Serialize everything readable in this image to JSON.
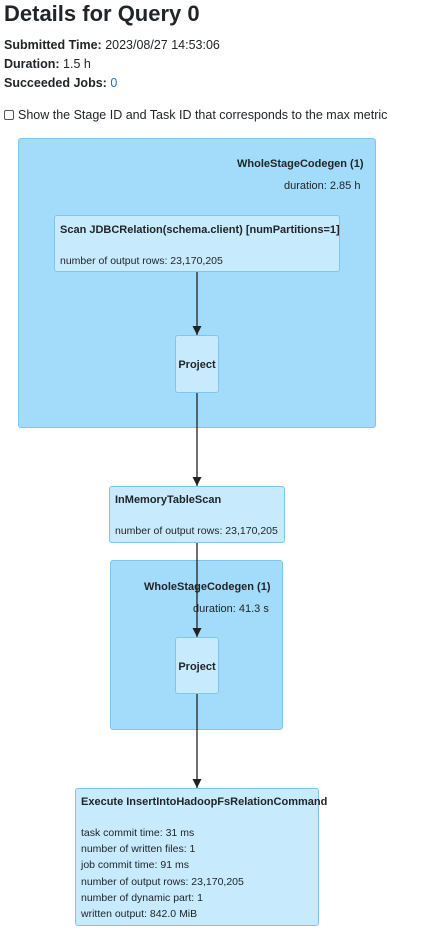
{
  "page": {
    "title": "Details for Query 0",
    "submitted_label": "Submitted Time:",
    "submitted_value": "2023/08/27 14:53:06",
    "duration_label": "Duration:",
    "duration_value": "1.5 h",
    "jobs_label": "Succeeded Jobs:",
    "jobs_value": "0",
    "checkbox_label": "Show the Stage ID and Task ID that corresponds to the max metric",
    "checkbox_checked": false
  },
  "plan": {
    "cluster1": {
      "title": "WholeStageCodegen (1)",
      "duration": "duration: 2.85 h"
    },
    "scan": {
      "title": "Scan JDBCRelation(schema.client) [numPartitions=1]",
      "metrics": [
        "number of output rows: 23,170,205"
      ]
    },
    "project1": {
      "title": "Project"
    },
    "inmemory": {
      "title": "InMemoryTableScan",
      "metrics": [
        "number of output rows: 23,170,205"
      ]
    },
    "cluster2": {
      "title": "WholeStageCodegen (1)",
      "duration": "duration: 41.3 s"
    },
    "project2": {
      "title": "Project"
    },
    "execute": {
      "title": "Execute InsertIntoHadoopFsRelationCommand",
      "metrics": [
        "task commit time: 31 ms",
        "number of written files: 1",
        "job commit time: 91 ms",
        "number of output rows: 23,170,205",
        "number of dynamic part: 1",
        "written output: 842.0 MiB"
      ]
    }
  },
  "colors": {
    "cluster_fill": "#a3dcfb",
    "node_fill": "#c7ebfd",
    "border": "#7ec5ef",
    "link": "#1a73c8"
  }
}
